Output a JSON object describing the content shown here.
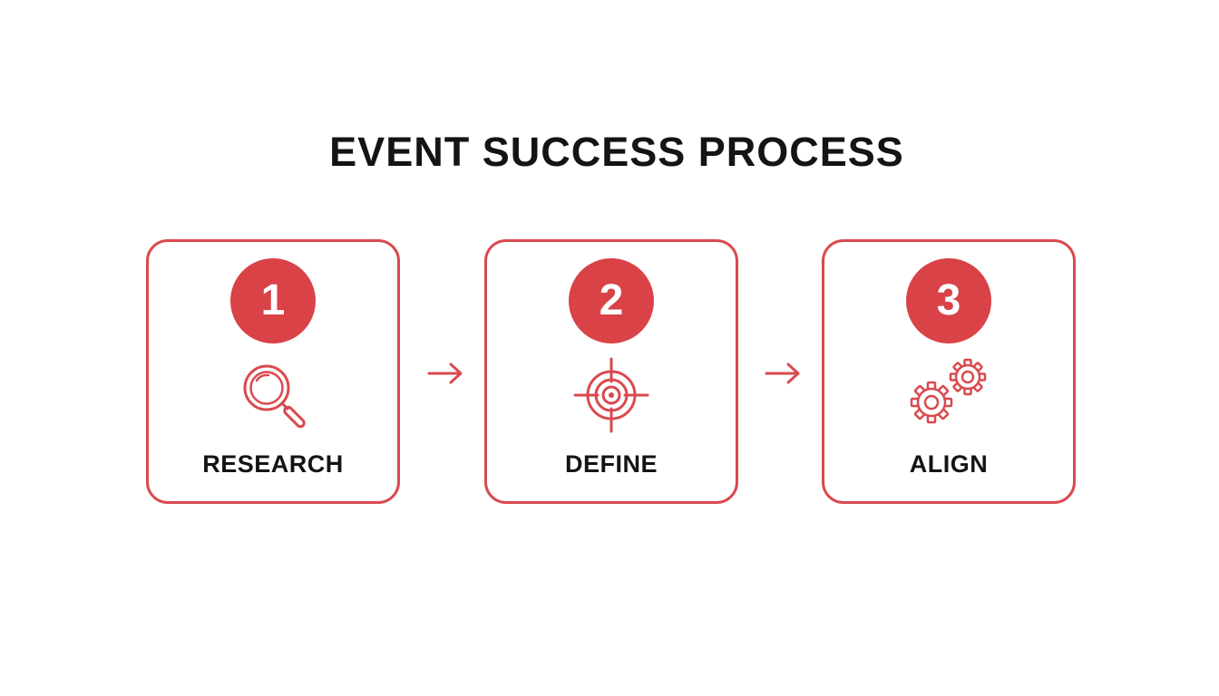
{
  "title": "EVENT SUCCESS PROCESS",
  "colors": {
    "accent": "#d94a4f",
    "badge": "#d94247",
    "text": "#141414",
    "background": "#ffffff"
  },
  "steps": [
    {
      "number": "1",
      "label": "RESEARCH",
      "icon": "magnifying-glass-icon"
    },
    {
      "number": "2",
      "label": "DEFINE",
      "icon": "target-crosshair-icon"
    },
    {
      "number": "3",
      "label": "ALIGN",
      "icon": "gears-icon"
    }
  ],
  "connectors": [
    "arrow-right-icon",
    "arrow-right-icon"
  ]
}
